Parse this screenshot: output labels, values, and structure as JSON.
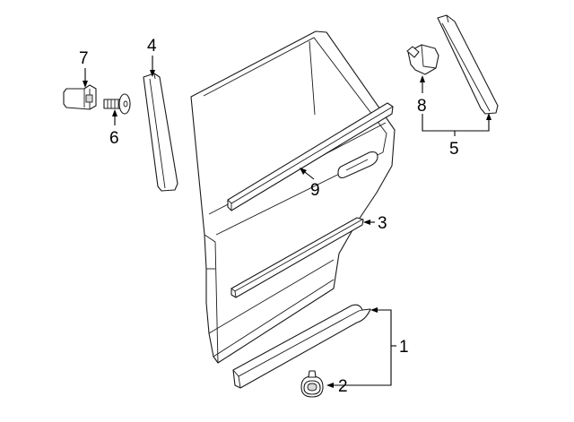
{
  "callouts": {
    "c1": "1",
    "c2": "2",
    "c3": "3",
    "c4": "4",
    "c5": "5",
    "c6": "6",
    "c7": "7",
    "c8": "8",
    "c9": "9"
  },
  "colors": {
    "line": "#1a1a1a",
    "fill": "#ffffff",
    "shade": "#d9d9d9"
  }
}
